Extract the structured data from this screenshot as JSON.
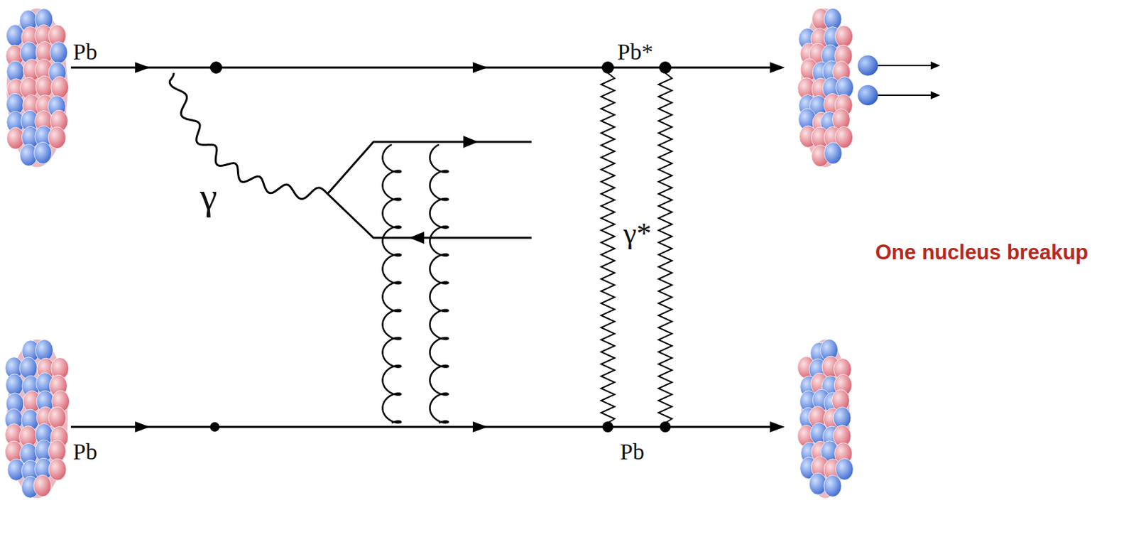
{
  "diagram": {
    "labels": [
      "Pb",
      "γ",
      "Pb*",
      "γ*",
      "One nucleus breakup",
      "Pb",
      "Pb"
    ]
  }
}
